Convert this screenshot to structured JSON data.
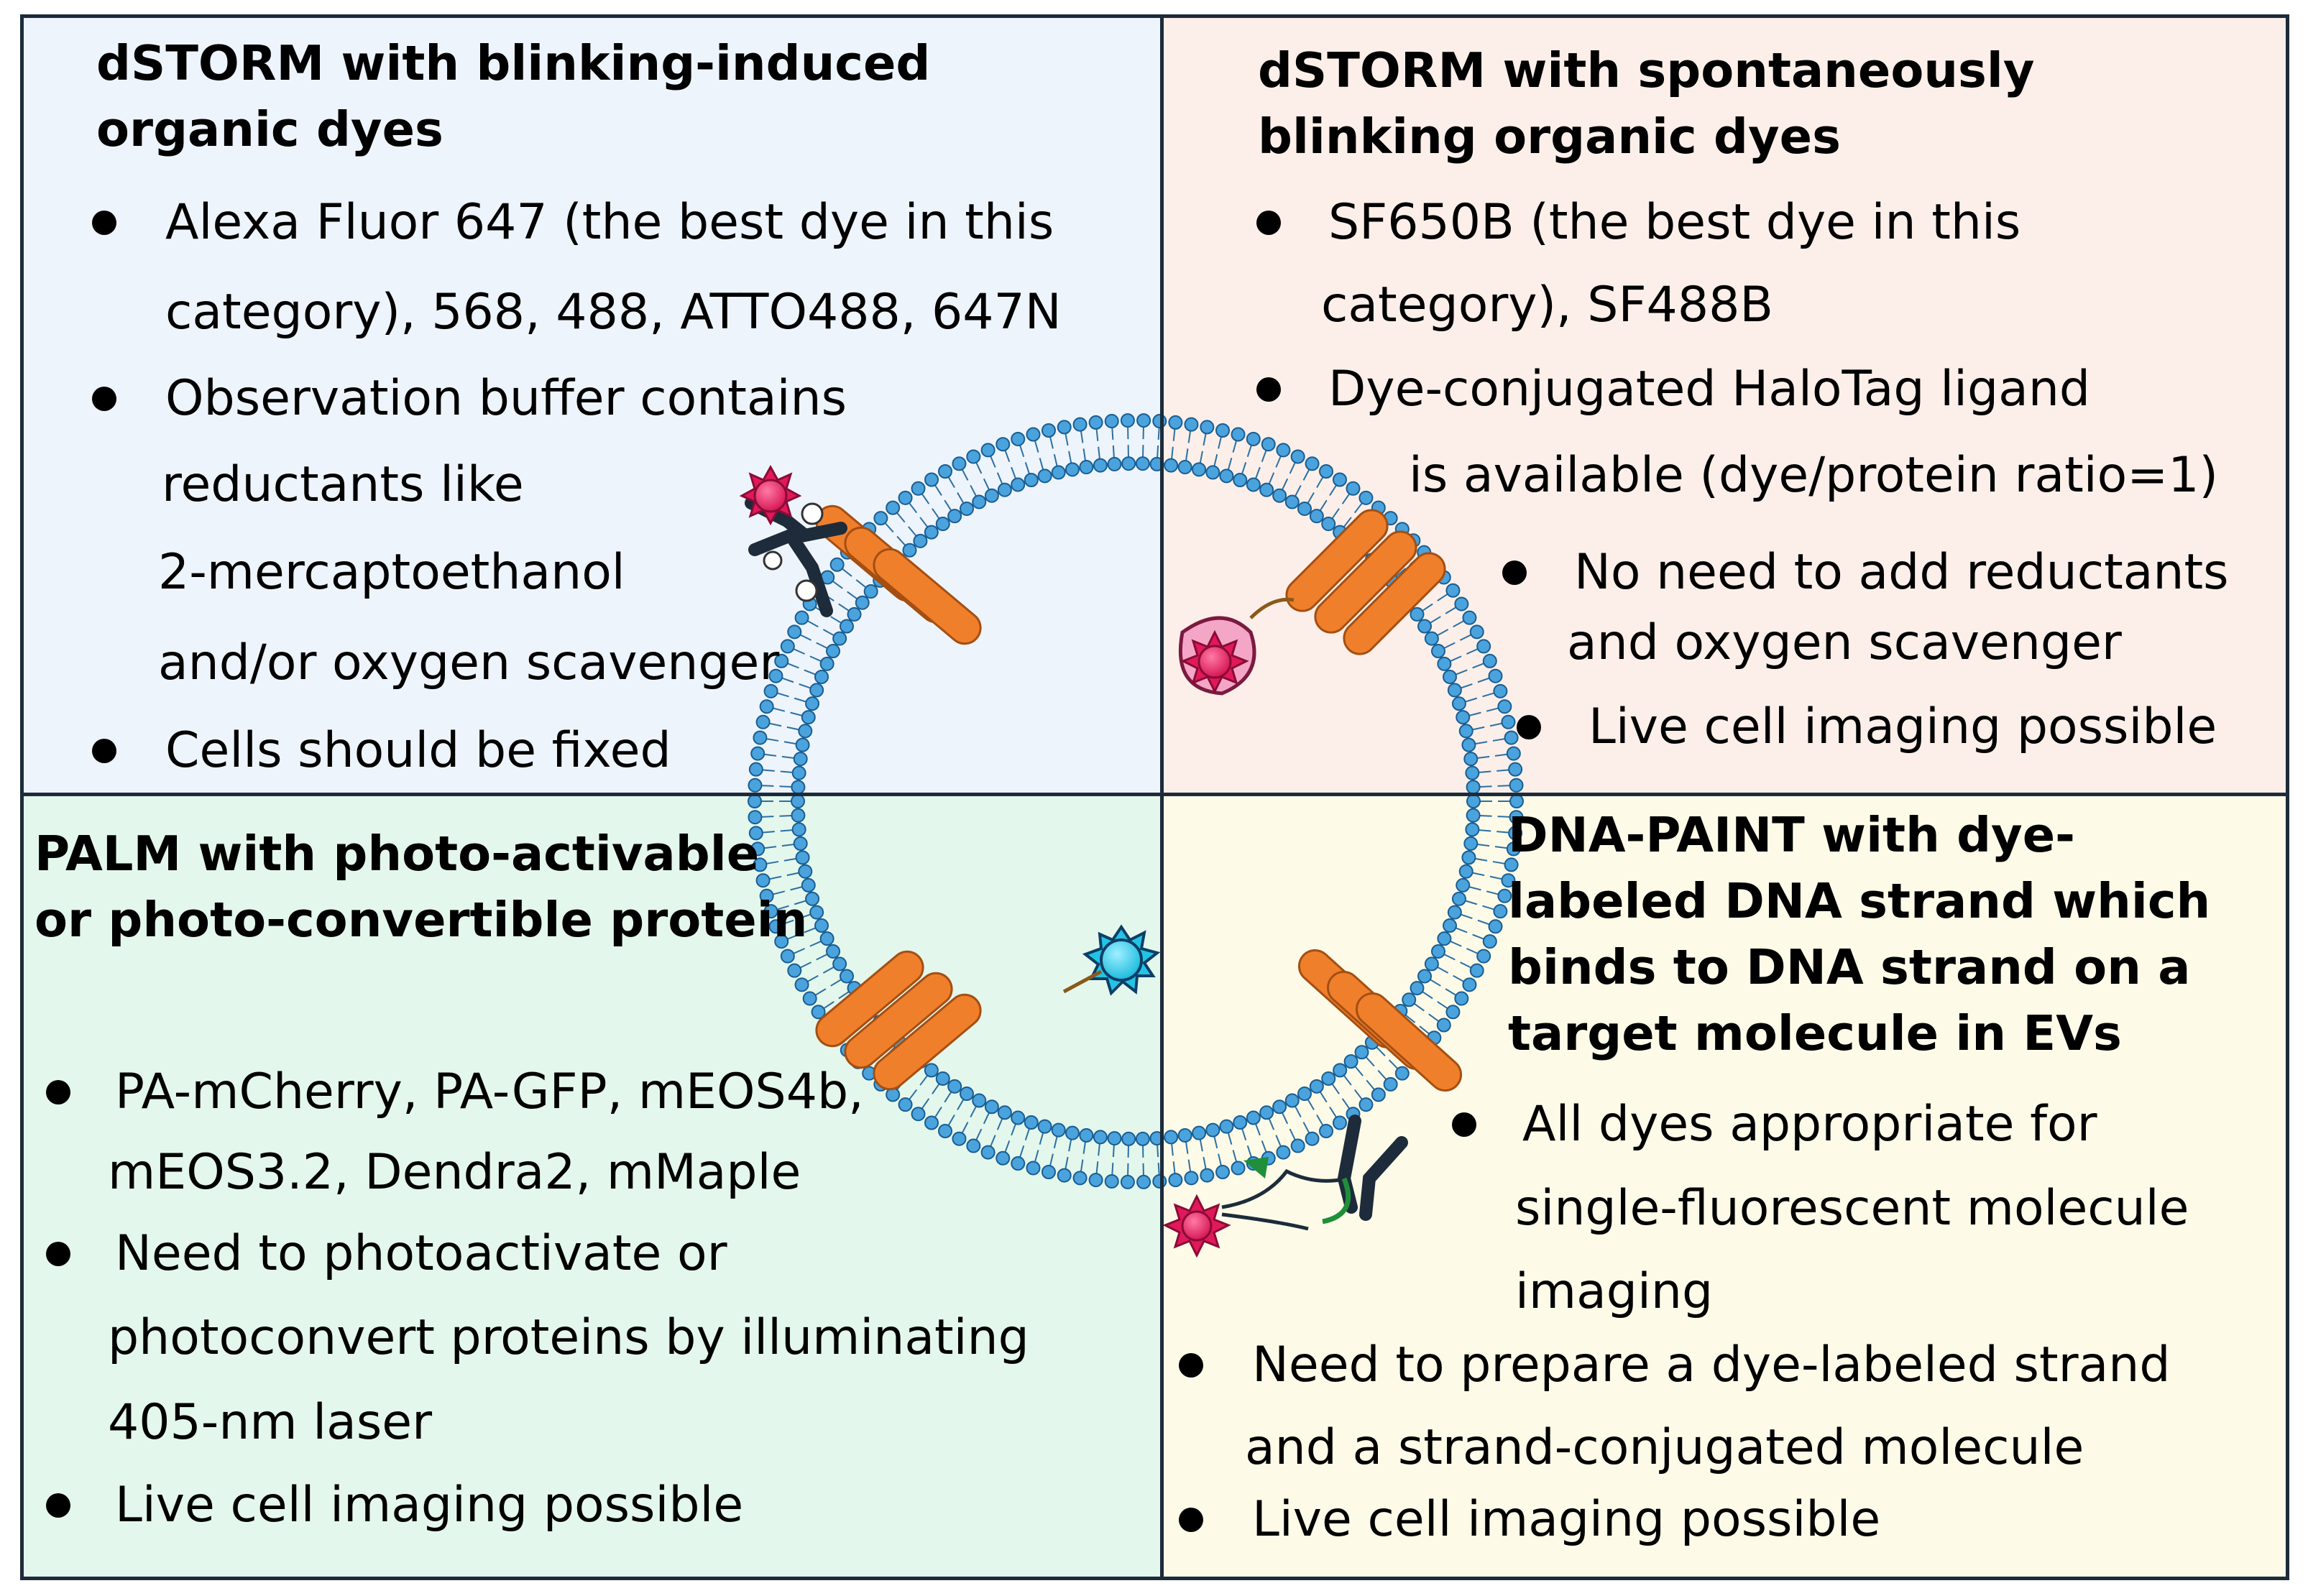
{
  "panels": {
    "top_left": {
      "title": [
        "dSTORM with blinking-induced",
        "organic dyes"
      ],
      "bullets": [
        "Alexa Fluor 647 (the best dye in this",
        "category), 568, 488, ATTO488, 647N",
        "Observation buffer contains",
        "reductants like",
        "2-mercaptoethanol",
        "and/or oxygen scavenger",
        "Cells should be fixed"
      ]
    },
    "top_right": {
      "title": [
        "dSTORM with spontaneously",
        "blinking organic dyes"
      ],
      "bullets": [
        "SF650B (the best dye in this",
        "category), SF488B",
        "Dye-conjugated HaloTag ligand",
        "is available (dye/protein ratio=1)",
        "No need to add reductants",
        "and oxygen scavenger",
        "Live cell imaging possible"
      ]
    },
    "bottom_left": {
      "title": [
        "PALM with photo-activable",
        "or photo-convertible protein"
      ],
      "bullets": [
        "PA-mCherry, PA-GFP, mEOS4b,",
        "mEOS3.2, Dendra2, mMaple",
        "Need to photoactivate or",
        "photoconvert proteins by illuminating",
        "405-nm laser",
        "Live cell imaging possible"
      ]
    },
    "bottom_right": {
      "title": [
        "DNA-PAINT with dye-",
        "labeled DNA strand which",
        "binds to DNA strand on a",
        "target molecule in EVs"
      ],
      "bullets": [
        "All dyes appropriate for",
        "single-fluorescent molecule",
        "imaging",
        "Need to prepare a dye-labeled strand",
        "and a strand-conjugated molecule",
        "Live cell imaging possible"
      ]
    }
  },
  "colors": {
    "quadrant_top_left": "#eef4fb",
    "quadrant_top_right": "#fcefe9",
    "quadrant_bottom_left": "#e4f7ec",
    "quadrant_bottom_right": "#fdfbe8",
    "divider": "#1d2b3a",
    "lipid_head": "#4aa3dc",
    "transmembrane_helix": "#f07f2c",
    "dye_magenta": "#e0195a",
    "dye_cyan": "#22c4e6",
    "arrow_green": "#1f8f3a"
  }
}
